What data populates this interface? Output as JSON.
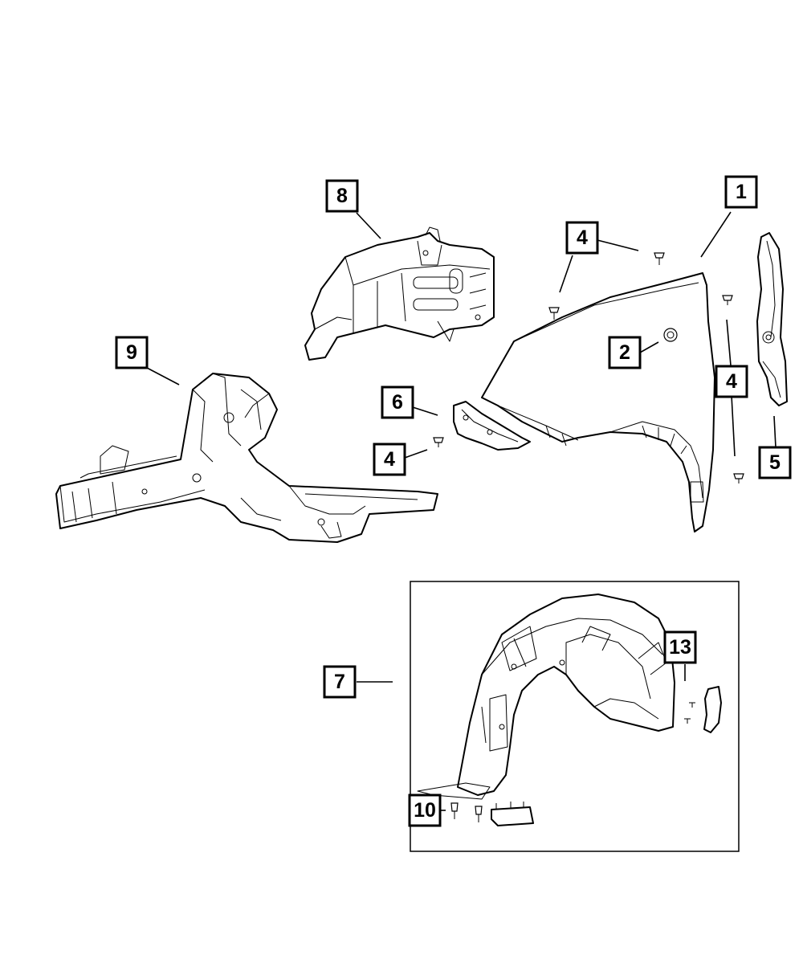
{
  "diagram": {
    "callouts": [
      {
        "id": "fender",
        "label": "1"
      },
      {
        "id": "plug",
        "label": "2"
      },
      {
        "id": "screw-top",
        "label": "4"
      },
      {
        "id": "screw-right",
        "label": "4"
      },
      {
        "id": "screw-bracket",
        "label": "4"
      },
      {
        "id": "seal",
        "label": "5"
      },
      {
        "id": "bracket",
        "label": "6"
      },
      {
        "id": "wheelhouse-liner",
        "label": "7"
      },
      {
        "id": "apron-reinforcement",
        "label": "8"
      },
      {
        "id": "frame-rail",
        "label": "9"
      },
      {
        "id": "rear-retainer",
        "label": "10"
      },
      {
        "id": "front-retainer",
        "label": "13"
      }
    ],
    "colors": {
      "line": "#000000",
      "background": "#ffffff"
    }
  }
}
